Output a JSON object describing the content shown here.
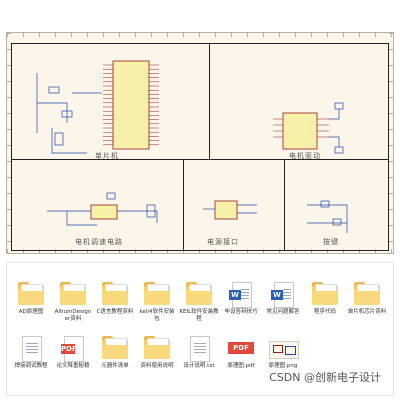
{
  "schematic": {
    "blocks": [
      {
        "id": "mcu",
        "label": "单片机"
      },
      {
        "id": "motor-drive",
        "label": "电机驱动"
      },
      {
        "id": "speed-circuit",
        "label": "电机调速电路"
      },
      {
        "id": "power",
        "label": "电源接口"
      },
      {
        "id": "keys",
        "label": "按键"
      }
    ]
  },
  "files": [
    {
      "name": "AD原理图",
      "icon": "ad-folder-icon"
    },
    {
      "name": "AltiumDesigner资料",
      "icon": "folder-icon"
    },
    {
      "name": "C语言教程资料",
      "icon": "folder-icon"
    },
    {
      "name": "keil4软件安装包",
      "icon": "folder-icon"
    },
    {
      "name": "KEIL软件安装教程",
      "icon": "folder-icon"
    },
    {
      "name": "毕设答辩技巧",
      "icon": "word-doc-icon"
    },
    {
      "name": "常见问题解答",
      "icon": "word-doc-icon"
    },
    {
      "name": "程序代码",
      "icon": "folder-icon"
    },
    {
      "name": "单片机芯片资料",
      "icon": "folder-icon"
    },
    {
      "name": "焊接调试教程",
      "icon": "doc-icon"
    },
    {
      "name": "论文降重秘籍",
      "icon": "pdf-icon"
    },
    {
      "name": "元器件清单",
      "icon": "folder-icon"
    },
    {
      "name": "资料使用说明",
      "icon": "folder-icon"
    },
    {
      "name": "设计说明.txt",
      "icon": "text-doc-icon"
    },
    {
      "name": "原理图.pdf",
      "icon": "pdf-icon"
    },
    {
      "name": "原理图.png",
      "icon": "image-icon"
    }
  ],
  "watermark": "CSDN @创新电子设计",
  "colors": {
    "folder": "#f6cf6a",
    "schematic_bg": "#fbf6e9",
    "pdf": "#e04a3b",
    "word": "#2b5fb4"
  }
}
